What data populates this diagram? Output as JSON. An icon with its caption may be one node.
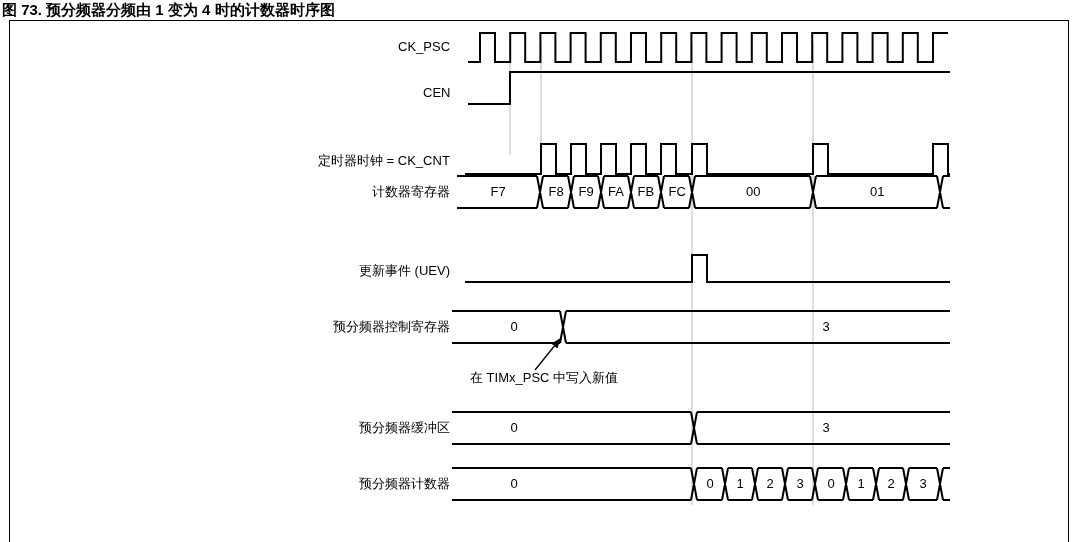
{
  "diagram": {
    "title": "图 73. 预分频器分频由 1 变为 4 时的计数器时序图",
    "nodes": [
      {
        "text": [
          "在 TIMx_PSC 中写入新值"
        ]
      },
      {
        "text": [],
        "shape": "cross"
      }
    ],
    "edges": [
      {
        "from": 0,
        "to": 1,
        "arrow": "to"
      }
    ],
    "labels": [
      "CK_PSC",
      "CEN",
      "定时器时钟 = CK_CNT",
      "计数器寄存器",
      "F7",
      "F8",
      "F9",
      "FA",
      "FB",
      "FC",
      "00",
      "01",
      "更新事件 (UEV)",
      "预分频器控制寄存器",
      "0",
      "3",
      "预分频器缓冲区",
      "0",
      "3",
      "预分频器计数器",
      "0",
      "0",
      "1",
      "2",
      "3",
      "0",
      "1",
      "2",
      "3"
    ]
  }
}
